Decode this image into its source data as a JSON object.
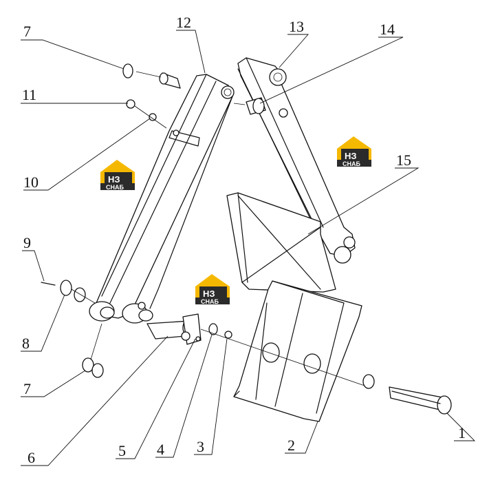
{
  "callouts": [
    {
      "id": "1",
      "label": "1"
    },
    {
      "id": "2",
      "label": "2"
    },
    {
      "id": "3",
      "label": "3"
    },
    {
      "id": "4",
      "label": "4"
    },
    {
      "id": "5",
      "label": "5"
    },
    {
      "id": "6",
      "label": "6"
    },
    {
      "id": "7a",
      "label": "7"
    },
    {
      "id": "7b",
      "label": "7"
    },
    {
      "id": "8",
      "label": "8"
    },
    {
      "id": "9",
      "label": "9"
    },
    {
      "id": "10",
      "label": "10"
    },
    {
      "id": "11",
      "label": "11"
    },
    {
      "id": "12",
      "label": "12"
    },
    {
      "id": "13",
      "label": "13"
    },
    {
      "id": "14",
      "label": "14"
    },
    {
      "id": "15",
      "label": "15"
    }
  ],
  "watermark": {
    "logo_letters": "НЗ",
    "logo_caption": "СНАБ",
    "colors": {
      "roof": "#F5B800",
      "block": "#2b2b2b",
      "text": "#ffffff"
    }
  },
  "colors": {
    "ink": "#111111",
    "paper": "#ffffff"
  }
}
